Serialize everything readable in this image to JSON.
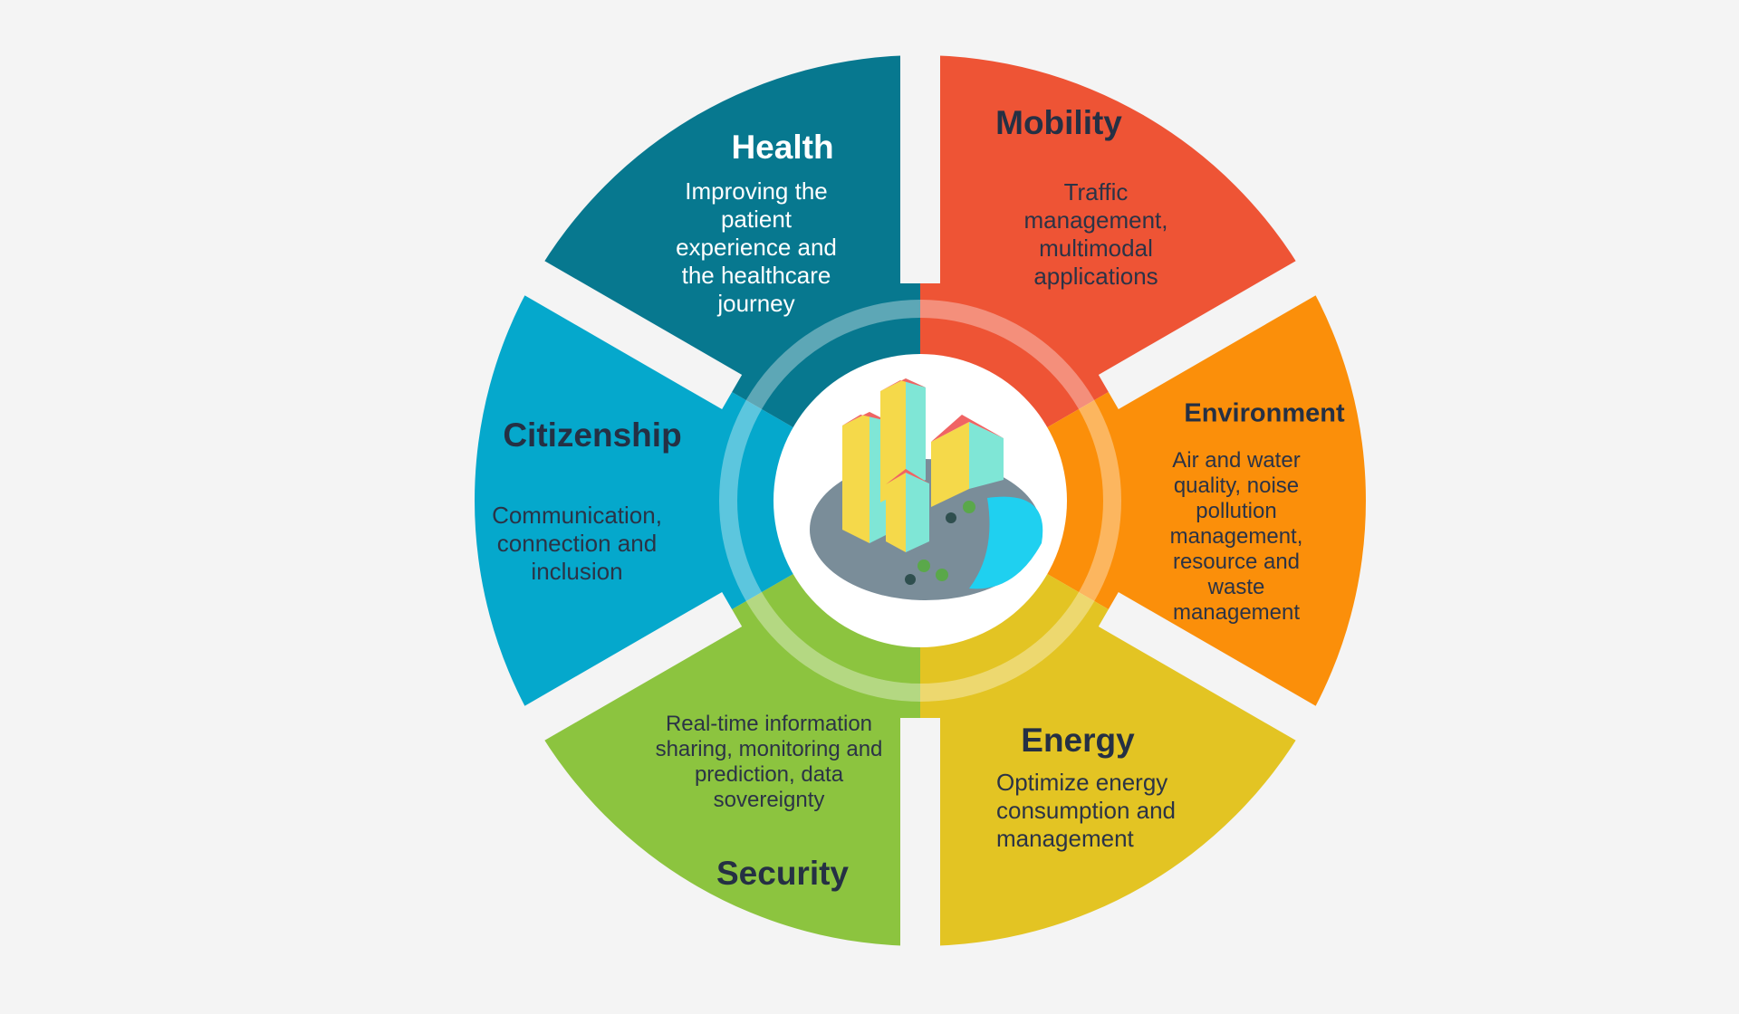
{
  "segments": [
    {
      "id": "mobility",
      "title": "Mobility",
      "color": "#ee5435",
      "lines": [
        "Traffic",
        "management,",
        "multimodal",
        "applications"
      ]
    },
    {
      "id": "environment",
      "title": "Environment",
      "color": "#fb8f0a",
      "lines": [
        "Air and water",
        "quality, noise",
        "pollution",
        "management,",
        "resource and",
        "waste",
        "management"
      ]
    },
    {
      "id": "energy",
      "title": "Energy",
      "color": "#e3c423",
      "lines": [
        "Optimize energy",
        "consumption and",
        "management"
      ]
    },
    {
      "id": "security",
      "title": "Security",
      "color": "#8cc43f",
      "lines": [
        "Real-time information",
        "sharing, monitoring and",
        "prediction, data",
        "sovereignty"
      ]
    },
    {
      "id": "citizenship",
      "title": "Citizenship",
      "color": "#05a8cc",
      "lines": [
        "Communication,",
        "connection and",
        "inclusion"
      ]
    },
    {
      "id": "health",
      "title": "Health",
      "color": "#07788f",
      "lines": [
        "Improving the",
        "patient",
        "experience and",
        "the healthcare",
        "journey"
      ]
    }
  ],
  "center_icon": "city-buildings-icon",
  "background": "#f4f4f4"
}
